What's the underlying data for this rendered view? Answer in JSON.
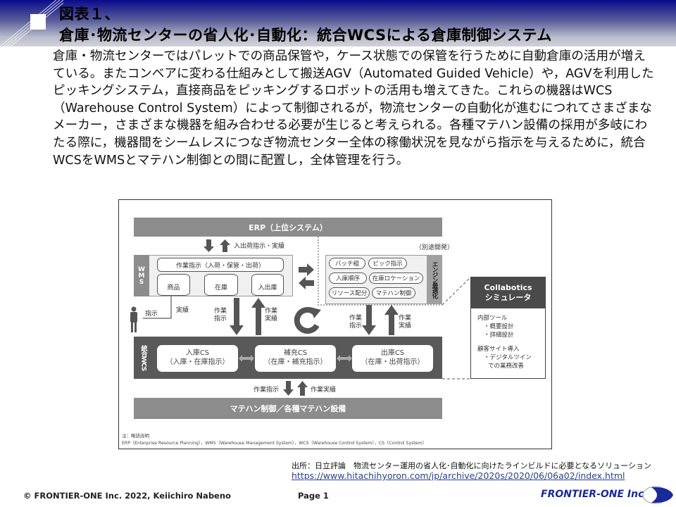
{
  "header": {
    "title_line1": "図表１、",
    "title_line2": "倉庫･物流センターの省人化･自動化：統合WCSによる倉庫制御システム"
  },
  "body_text": "倉庫・物流センターではパレットでの商品保管や，ケース状態での保管を行うために自動倉庫の活用が増えている。またコンベアに変わる仕組みとして搬送AGV（Automated Guided Vehicle）や，AGVを利用したピッキングシステム，直接商品をピッキングするロボットの活用も増えてきた。これらの機器はWCS（Warehouse Control System）によって制御されるが，物流センターの自動化が進むにつれてさまざまなメーカー，さまざまな機器を組み合わせる必要が生じると考えられる。各種マテハン設備の採用が多岐にわたる際に，機器間をシームレスにつなぎ物流センター全体の稼働状況を見ながら指示を与えるために，統合WCSをWMSとマテハン制御との間に配置し，全体管理を行う。",
  "diagram": {
    "erp": "ERP（上位システム）",
    "erp_wms_label": "入出荷指示・実績",
    "wms_label": "WMS",
    "wms_task": "作業指示（入荷・保管・出荷）",
    "wms_dbs": [
      "商品",
      "在庫",
      "入出庫"
    ],
    "person_instruction": "指示",
    "person_result": "実績",
    "wms_wcs_down": "作業指示",
    "wms_wcs_up": "作業実績",
    "separate_dev": "（別途開発）",
    "engine_label": "エンジン最適化",
    "engine_items": [
      "バッチ組",
      "ピック指示",
      "入庫順序",
      "在庫ロケーション",
      "リソース配分",
      "マテハン制御"
    ],
    "engine_wcs_down": "作業指示",
    "engine_wcs_up": "作業実績",
    "wcs_label": "統合WCS",
    "cs": [
      {
        "name": "入庫CS",
        "desc": "（入庫・在庫指示）"
      },
      {
        "name": "補充CS",
        "desc": "（在庫・補充指示）"
      },
      {
        "name": "出庫CS",
        "desc": "（在庫・出荷指示）"
      }
    ],
    "wcs_mh_down": "作業指示",
    "wcs_mh_up": "作業実績",
    "material_handling": "マテハン制御／各種マテハン設備",
    "collabotics_title1": "Collabotics",
    "collabotics_title2": "シミュレータ",
    "collabotics_lines": [
      "内部ツール",
      "・概要設計",
      "・詳細設計",
      "顧客サイト導入",
      "・デジタルツイン",
      "での業務改善"
    ],
    "note_title": "注：略語説明",
    "note_text": "ERP（Enterprise Resource Planning），WMS（Warehouse Management System），WCS（Warehouse Control System），CS（Control System）"
  },
  "footer": {
    "source": "出所：日立評論　物流センター運用の省人化･自動化に向けたラインビルドに必要となるソリューション",
    "source_url": "https://www.hitachihyoron.com/jp/archive/2020s/2020/06/06a02/index.html",
    "copyright": "© FRONTIER-ONE Inc. 2022,  Keiichiro  Nabeno",
    "page": "Page 1",
    "brand": "FRONTIER-ONE Inc."
  },
  "colors": {
    "header_top": "#0b0b8c",
    "brand": "#1a2a9a",
    "diagram_dark": "#595959",
    "diagram_mid": "#8c8c8c"
  }
}
